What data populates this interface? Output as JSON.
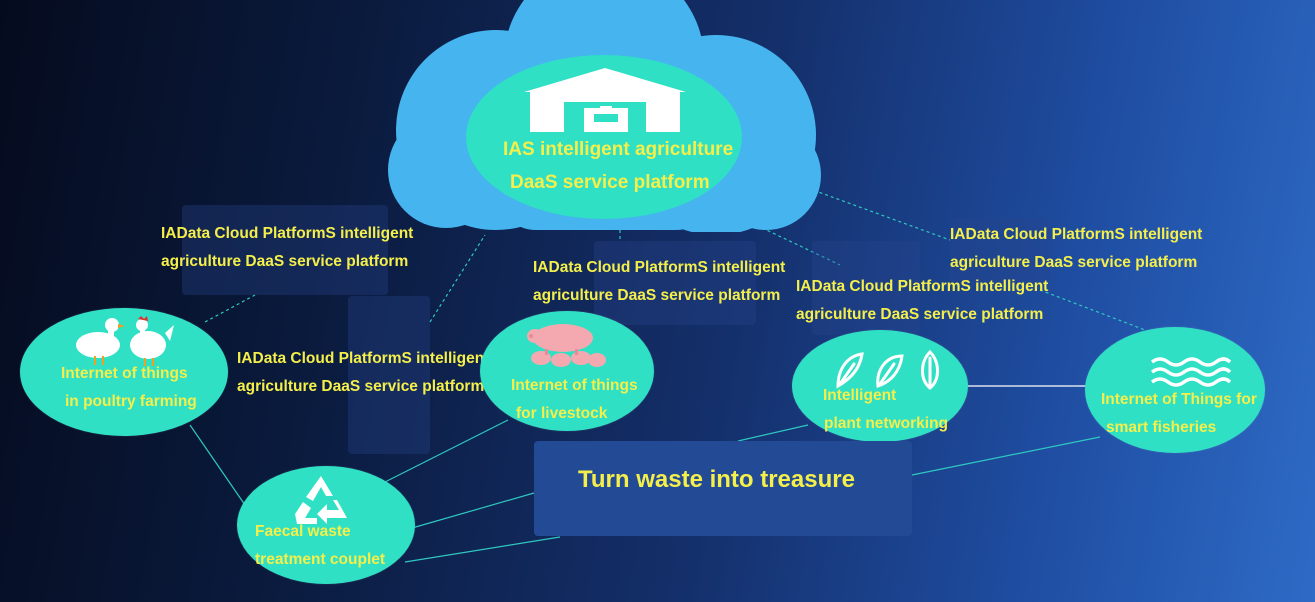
{
  "cloud": {
    "title_line1": "IAS intelligent agriculture",
    "title_line2": "DaaS service platform",
    "icon": "warehouse-icon"
  },
  "platform_labels": [
    {
      "line1": "IAData Cloud PlatformS intelligent",
      "line2": "agriculture DaaS service platform"
    },
    {
      "line1": "IAData Cloud PlatformS intelligent",
      "line2": "agriculture DaaS service platform"
    },
    {
      "line1": "IAData Cloud PlatformS intelligent",
      "line2": "agriculture DaaS service platform"
    },
    {
      "line1": "IAData Cloud PlatformS intelligent",
      "line2": "agriculture DaaS service platform"
    },
    {
      "line1": "IAData Cloud PlatformS intelligent",
      "line2": "agriculture DaaS service platform"
    }
  ],
  "nodes": {
    "poultry": {
      "line1": "Internet of things",
      "line2": "in poultry farming",
      "icon": "poultry-icon"
    },
    "livestock": {
      "line1": "Internet of things",
      "line2": "for livestock",
      "icon": "pigs-icon"
    },
    "plant": {
      "line1": "Intelligent",
      "line2": "plant networking",
      "icon": "leaves-icon"
    },
    "fisheries": {
      "line1": "Internet of Things for",
      "line2": "smart fisheries",
      "icon": "water-waves-icon"
    },
    "faecal": {
      "line1": "Faecal waste",
      "line2": "treatment couplet",
      "icon": "recycle-icon"
    }
  },
  "banner": {
    "text": "Turn waste into treasure"
  },
  "colors": {
    "node_fill": "#2fe0c4",
    "cloud_outer": "#45b4ef",
    "text_yellow": "#f4ef4a",
    "connector_teal": "#2fc8c0",
    "banner_fill": "#234a95"
  }
}
